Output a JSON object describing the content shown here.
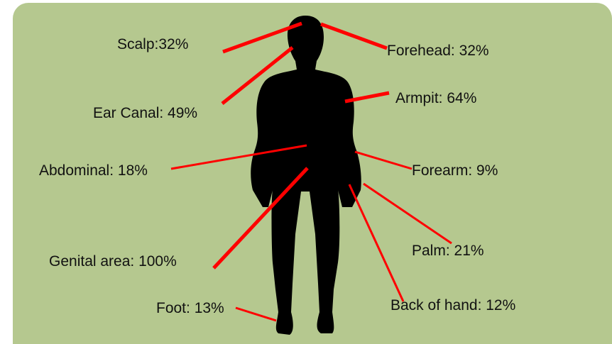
{
  "colors": {
    "background": "#b5c88f",
    "silhouette": "#000000",
    "pointer": "#ff0000",
    "text": "#111111"
  },
  "labels": {
    "scalp": "Scalp:32%",
    "forehead": "Forehead: 32%",
    "ear_canal": "Ear Canal: 49%",
    "armpit": "Armpit: 64%",
    "abdominal": "Abdominal: 18%",
    "forearm": "Forearm: 9%",
    "palm": "Palm: 21%",
    "genital_area": "Genital area: 100%",
    "foot": "Foot: 13%",
    "back_of_hand": "Back of hand: 12%"
  }
}
